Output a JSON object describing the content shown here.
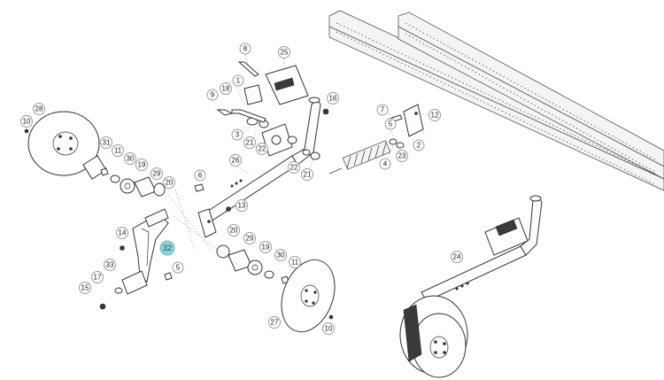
{
  "callouts": [
    {
      "id": "c8",
      "label": "8"
    },
    {
      "id": "c25",
      "label": "25"
    },
    {
      "id": "c1",
      "label": "1"
    },
    {
      "id": "c9",
      "label": "9"
    },
    {
      "id": "c18",
      "label": "18"
    },
    {
      "id": "c16",
      "label": "16"
    },
    {
      "id": "c3",
      "label": "3"
    },
    {
      "id": "c21a",
      "label": "21"
    },
    {
      "id": "c22a",
      "label": "22"
    },
    {
      "id": "c26",
      "label": "26"
    },
    {
      "id": "c22b",
      "label": "22"
    },
    {
      "id": "c21b",
      "label": "21"
    },
    {
      "id": "c7",
      "label": "7"
    },
    {
      "id": "c12",
      "label": "12"
    },
    {
      "id": "c5a",
      "label": "5"
    },
    {
      "id": "c2",
      "label": "2"
    },
    {
      "id": "c4",
      "label": "4"
    },
    {
      "id": "c23",
      "label": "23"
    },
    {
      "id": "c28",
      "label": "28"
    },
    {
      "id": "c10a",
      "label": "10"
    },
    {
      "id": "c31",
      "label": "31"
    },
    {
      "id": "c11a",
      "label": "11"
    },
    {
      "id": "c30a",
      "label": "30"
    },
    {
      "id": "c19a",
      "label": "19"
    },
    {
      "id": "c29a",
      "label": "29"
    },
    {
      "id": "c20a",
      "label": "20"
    },
    {
      "id": "c6",
      "label": "6"
    },
    {
      "id": "c13",
      "label": "13"
    },
    {
      "id": "c14",
      "label": "14"
    },
    {
      "id": "c32",
      "label": "32"
    },
    {
      "id": "c20b",
      "label": "20"
    },
    {
      "id": "c29b",
      "label": "29"
    },
    {
      "id": "c19b",
      "label": "19"
    },
    {
      "id": "c30b",
      "label": "30"
    },
    {
      "id": "c11b",
      "label": "11"
    },
    {
      "id": "c33",
      "label": "33"
    },
    {
      "id": "c5b",
      "label": "5"
    },
    {
      "id": "c17",
      "label": "17"
    },
    {
      "id": "c15",
      "label": "15"
    },
    {
      "id": "c27",
      "label": "27"
    },
    {
      "id": "c10b",
      "label": "10"
    },
    {
      "id": "c24",
      "label": "24"
    }
  ],
  "highlight": {
    "id": "c32",
    "color": "#8fd3d9"
  }
}
